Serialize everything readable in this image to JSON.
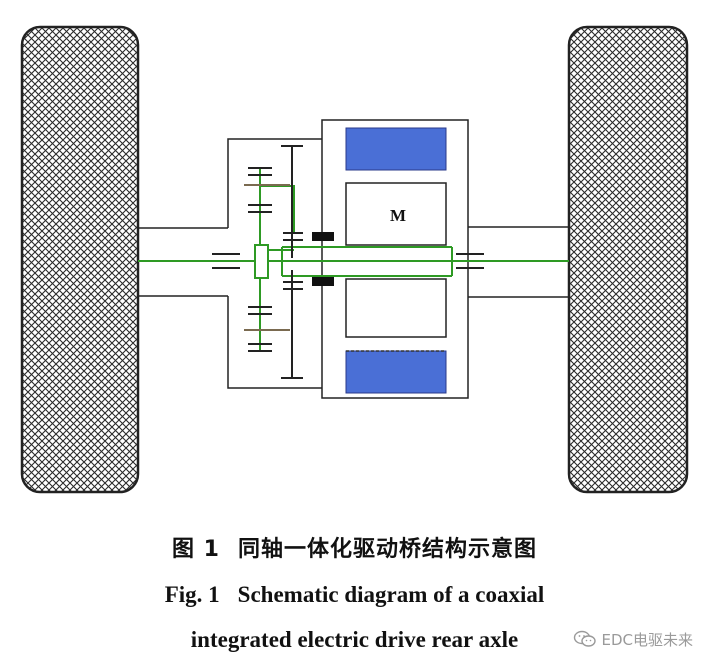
{
  "diagram": {
    "motor_label": "M",
    "colors": {
      "outline": "#222222",
      "shaft_green": "#2e9a24",
      "magnet_blue": "#4a6fd6",
      "tire_hatch": "#2a2a2a",
      "bearing_dark": "#111111",
      "link_brown": "#7a6a50"
    }
  },
  "caption": {
    "cn_fig": "图 1",
    "cn_text": "同轴一体化驱动桥结构示意图",
    "en_fig": "Fig. 1",
    "en_line1": "Schematic diagram of a coaxial",
    "en_line2": "integrated electric drive rear axle"
  },
  "watermark": {
    "text": "EDC电驱未来",
    "icon": "wechat-icon"
  }
}
